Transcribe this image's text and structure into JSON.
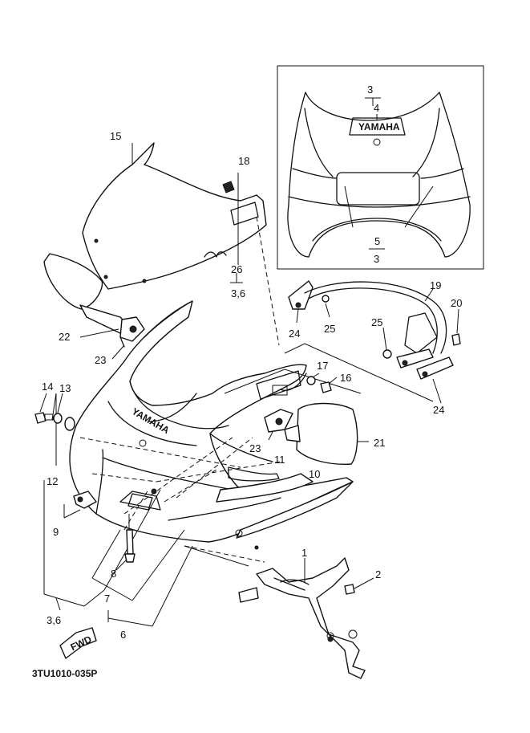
{
  "diagram": {
    "code": "3TU1010-035P",
    "inset_brand": "YAMAHA",
    "cowl_brand": "YAMAHA",
    "fwd_label": "FWD",
    "callouts": {
      "c1": "1",
      "c2": "2",
      "c3a": "3",
      "c3b": "3",
      "c4": "4",
      "c5": "5",
      "c6": "6",
      "c7": "7",
      "c8": "8",
      "c9": "9",
      "c10": "10",
      "c11": "11",
      "c12": "12",
      "c13": "13",
      "c14": "14",
      "c15": "15",
      "c16": "16",
      "c17": "17",
      "c18": "18",
      "c19": "19",
      "c20": "20",
      "c21": "21",
      "c22": "22",
      "c23a": "23",
      "c23b": "23",
      "c24a": "24",
      "c24b": "24",
      "c25a": "25",
      "c25b": "25",
      "c26": "26",
      "c36a": "3,6",
      "c36b": "3,6"
    }
  }
}
